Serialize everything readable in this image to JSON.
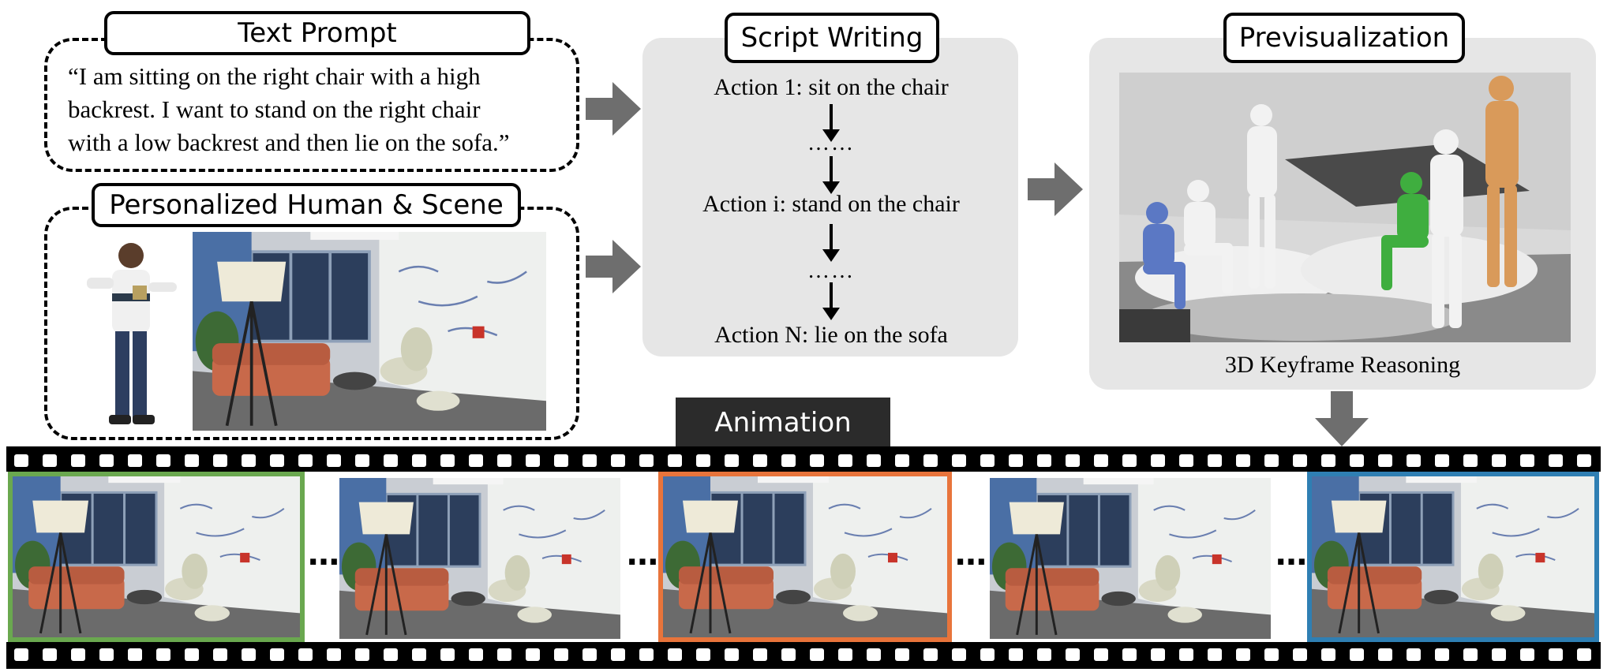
{
  "text_prompt": {
    "title": "Text Prompt",
    "lines": [
      "“I am sitting on the right chair with a high",
      "backrest. I want to stand on the right chair",
      "with a low backrest and then lie on the sofa.”"
    ]
  },
  "personalized": {
    "title": "Personalized Human & Scene"
  },
  "script_writing": {
    "title": "Script Writing",
    "action_1": "Action 1: sit on the chair",
    "dots_1": "……",
    "action_i": "Action i: stand on the chair",
    "dots_2": "……",
    "action_n": "Action N: lie on the sofa"
  },
  "previsualization": {
    "title": "Previsualization",
    "caption": "3D Keyframe Reasoning",
    "figure_colors": {
      "blue": "#5b78c4",
      "green": "#3fae3f",
      "orange": "#d99a5a",
      "white": "#d8d8d8"
    }
  },
  "animation": {
    "label": "Animation",
    "ellipsis": "…",
    "frame_colors": {
      "first": "#6aa84f",
      "middle": "#e8743b",
      "last": "#2f7fb3"
    }
  }
}
